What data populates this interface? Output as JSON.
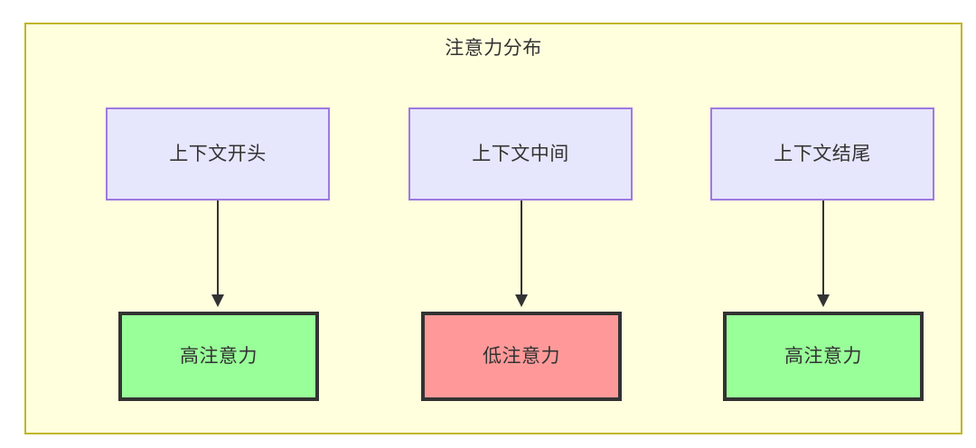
{
  "diagram": {
    "title": "注意力分布",
    "container": {
      "fill": "#ffffde",
      "stroke": "#bfb626"
    },
    "nodes": {
      "top": [
        {
          "id": "context-start",
          "label": "上下文开头",
          "fill": "#e6e6fd",
          "stroke": "#9e79e0"
        },
        {
          "id": "context-middle",
          "label": "上下文中间",
          "fill": "#e6e6fd",
          "stroke": "#9e79e0"
        },
        {
          "id": "context-end",
          "label": "上下文结尾",
          "fill": "#e6e6fd",
          "stroke": "#9e79e0"
        }
      ],
      "bottom": [
        {
          "id": "high-attention-start",
          "label": "高注意力",
          "fill": "#99ff99",
          "stroke": "#333333"
        },
        {
          "id": "low-attention-middle",
          "label": "低注意力",
          "fill": "#ff9999",
          "stroke": "#333333"
        },
        {
          "id": "high-attention-end",
          "label": "高注意力",
          "fill": "#99ff99",
          "stroke": "#333333"
        }
      ]
    },
    "edges": [
      {
        "from": "context-start",
        "to": "high-attention-start",
        "label": ""
      },
      {
        "from": "context-middle",
        "to": "low-attention-middle",
        "label": ""
      },
      {
        "from": "context-end",
        "to": "high-attention-end",
        "label": ""
      }
    ]
  }
}
